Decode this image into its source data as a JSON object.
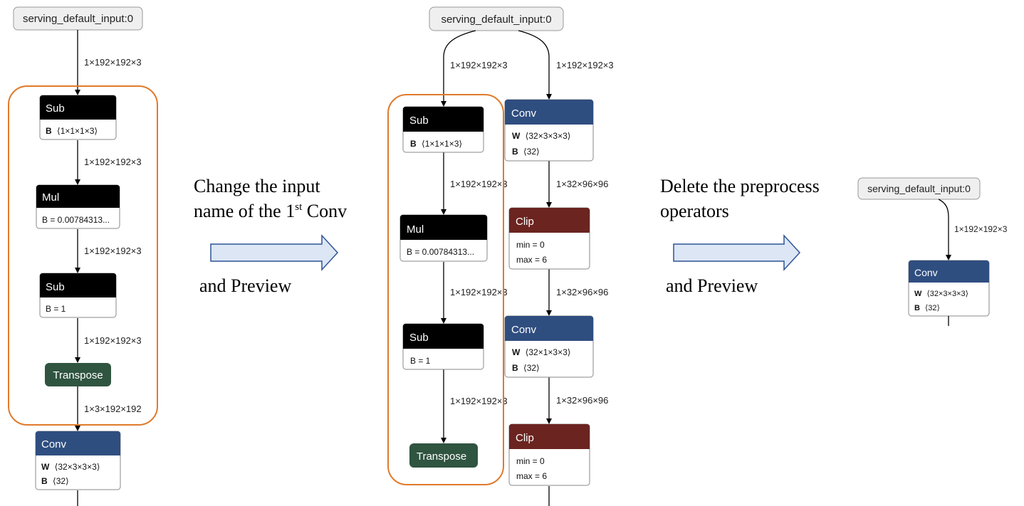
{
  "colors": {
    "sub": "#000000",
    "mul": "#000000",
    "conv": "#2f4e80",
    "clip": "#6b2420",
    "transpose": "#2f5440",
    "group_outline": "#e07a2b",
    "arrow_fill": "#dce6f4",
    "arrow_stroke": "#2f5496",
    "input_fill": "#efefef"
  },
  "left_graph": {
    "input": "serving_default_input:0",
    "edge_labels": [
      "1×192×192×3",
      "1×192×192×3",
      "1×192×192×3",
      "1×192×192×3",
      "1×3×192×192"
    ],
    "sub1": {
      "title": "Sub",
      "attr_key": "B",
      "attr_val": "⟨1×1×1×3⟩"
    },
    "mul": {
      "title": "Mul",
      "attr": "B = 0.00784313..."
    },
    "sub2": {
      "title": "Sub",
      "attr": "B = 1"
    },
    "transpose": {
      "title": "Transpose"
    },
    "conv": {
      "title": "Conv",
      "w_key": "W",
      "w_val": "⟨32×3×3×3⟩",
      "b_key": "B",
      "b_val": "⟨32⟩"
    }
  },
  "caption1": {
    "line1": "Change the input",
    "line2_pre": "name of the 1",
    "line2_sup": "st",
    "line2_post": " Conv",
    "line3": "and Preview"
  },
  "middle_graph": {
    "input": "serving_default_input:0",
    "edge_labels": {
      "to_sub": "1×192×192×3",
      "to_conv": "1×192×192×3",
      "sub_mul": "1×192×192×3",
      "mul_sub": "1×192×192×3",
      "sub_transpose": "1×192×192×3",
      "conv_clip": "1×32×96×96",
      "clip_conv": "1×32×96×96",
      "conv_clip2": "1×32×96×96"
    },
    "sub1": {
      "title": "Sub",
      "attr_key": "B",
      "attr_val": "⟨1×1×1×3⟩"
    },
    "mul": {
      "title": "Mul",
      "attr": "B = 0.00784313..."
    },
    "sub2": {
      "title": "Sub",
      "attr": "B = 1"
    },
    "transpose": {
      "title": "Transpose"
    },
    "conv1": {
      "title": "Conv",
      "w_key": "W",
      "w_val": "⟨32×3×3×3⟩",
      "b_key": "B",
      "b_val": "⟨32⟩"
    },
    "clip1": {
      "title": "Clip",
      "attr1": "min = 0",
      "attr2": "max = 6"
    },
    "conv2": {
      "title": "Conv",
      "w_key": "W",
      "w_val": "⟨32×1×3×3⟩",
      "b_key": "B",
      "b_val": "⟨32⟩"
    },
    "clip2": {
      "title": "Clip",
      "attr1": "min = 0",
      "attr2": "max = 6"
    }
  },
  "caption2": {
    "line1": "Delete the preprocess",
    "line2": "operators",
    "line3": "and Preview"
  },
  "right_graph": {
    "input": "serving_default_input:0",
    "edge_label": "1×192×192×3",
    "conv": {
      "title": "Conv",
      "w_key": "W",
      "w_val": "⟨32×3×3×3⟩",
      "b_key": "B",
      "b_val": "⟨32⟩"
    }
  }
}
